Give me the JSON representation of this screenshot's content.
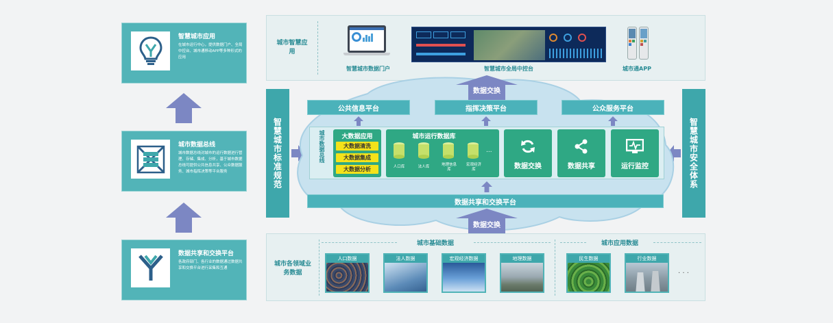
{
  "left_cards": [
    {
      "title": "智慧城市应用",
      "desc": "在城市运行中心，提供数据门户、全局中控台、城市通移动APP等多种形式的应用"
    },
    {
      "title": "城市数据总线",
      "desc": "城市数据总线对城市的运行数据进行管理、存储、集成、分析，基于城市数据总线可提供公共信息共享、公众数据服务、城市指挥决策等平台服务"
    },
    {
      "title": "数据共享和交换平台",
      "desc": "各政府部门、各行业的数据通过数据共享和交换平台进行采集和互通"
    }
  ],
  "top_panel": {
    "label": "城市智慧应用",
    "apps": [
      "智慧城市数据门户",
      "智慧城市全局中控台",
      "城市通APP"
    ]
  },
  "side_labels": {
    "left": "智慧城市标准规范",
    "right": "智慧城市安全体系"
  },
  "cloud": {
    "exchange_top": "数据交换",
    "exchange_bottom": "数据交换",
    "platforms": [
      "公共信息平台",
      "指挥决策平台",
      "公众服务平台"
    ],
    "bus_label": "城市数据总线",
    "bigdata": {
      "title": "大数据应用",
      "items": [
        "大数据清洗",
        "大数据集成",
        "大数据分析"
      ]
    },
    "city_db": {
      "title": "城市运行数据库",
      "dbs": [
        "人口库",
        "法人库",
        "地理信息库",
        "宏观经济库"
      ],
      "more": "..."
    },
    "services": [
      "数据交换",
      "数据共享",
      "运行监控"
    ],
    "share_platform": "数据共享和交换平台"
  },
  "bottom_panel": {
    "label": "城市各领域业务数据",
    "basic_title": "城市基础数据",
    "app_title": "城市应用数据",
    "basic": [
      "人口数据",
      "法人数据",
      "宏观经济数据",
      "地理数据"
    ],
    "app": [
      "民生数据",
      "行业数据"
    ],
    "more": "· · ·"
  }
}
